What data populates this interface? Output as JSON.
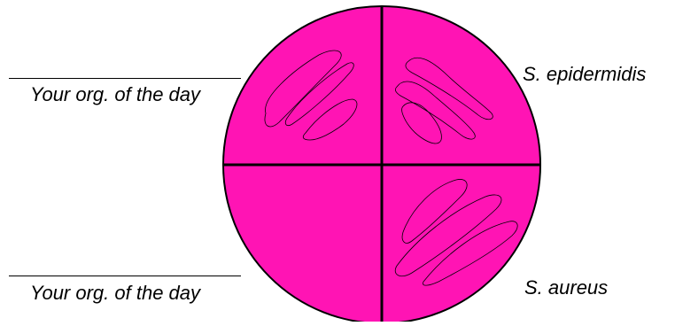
{
  "plate": {
    "fill_color": "#ff14b4",
    "outline_color": "#000000",
    "streak_color": "#000000"
  },
  "labels": {
    "top_left": "Your org. of the day",
    "top_right": "S. epidermidis",
    "bottom_left": "Your org. of the day",
    "bottom_right": "S. aureus"
  }
}
